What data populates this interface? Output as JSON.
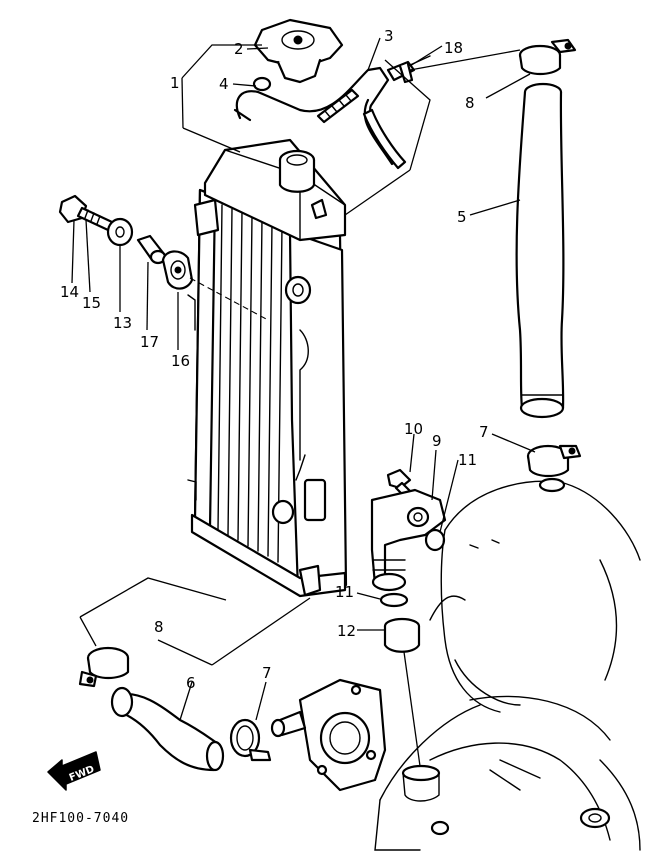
{
  "drawing_code": "2HF100-7040",
  "fwd_label": "FWD",
  "callouts": {
    "c1": "1",
    "c2": "2",
    "c3": "3",
    "c4": "4",
    "c5": "5",
    "c6": "6",
    "c7a": "7",
    "c7b": "7",
    "c8a": "8",
    "c8b": "8",
    "c9": "9",
    "c10": "10",
    "c11a": "11",
    "c11b": "11",
    "c12": "12",
    "c13": "13",
    "c14": "14",
    "c15": "15",
    "c16": "16",
    "c17": "17",
    "c18": "18"
  }
}
